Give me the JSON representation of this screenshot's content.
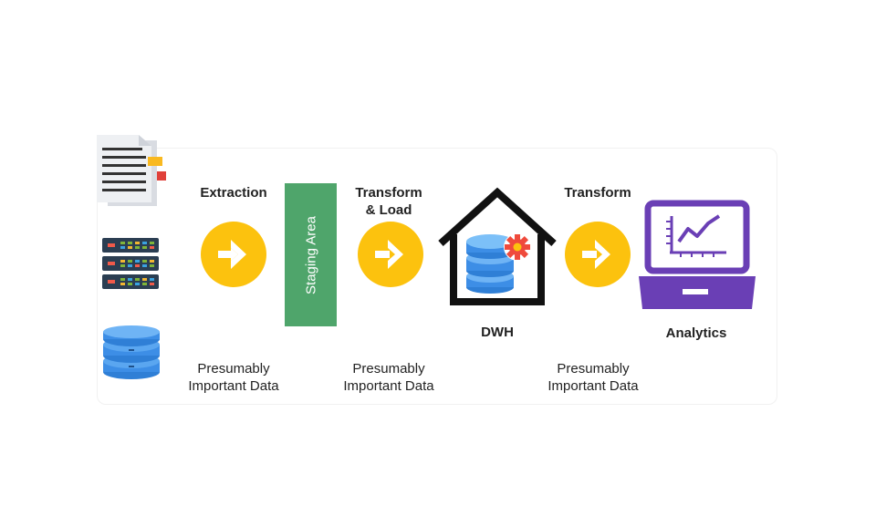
{
  "stages": {
    "extraction": {
      "label": "Extraction",
      "note_line1": "Presumably",
      "note_line2": "Important Data"
    },
    "staging": {
      "label": "Staging Area"
    },
    "transform_load": {
      "label_line1": "Transform",
      "label_line2": "& Load",
      "note_line1": "Presumably",
      "note_line2": "Important Data"
    },
    "dwh": {
      "label": "DWH"
    },
    "transform": {
      "label": "Transform",
      "note_line1": "Presumably",
      "note_line2": "Important Data"
    },
    "analytics": {
      "label": "Analytics"
    }
  },
  "icons": {
    "sources": [
      "document-icon",
      "server-rack-icon",
      "database-icon"
    ],
    "arrows": "arrow-right-circle-icon",
    "warehouse": "data-warehouse-icon",
    "analytics": "laptop-chart-icon"
  },
  "colors": {
    "arrow_circle": "#fcc20e",
    "staging": "#4fa56b",
    "database_blue": "#3d8ee6",
    "laptop_purple": "#6a3fb5",
    "gear": "#ef4a3c"
  }
}
